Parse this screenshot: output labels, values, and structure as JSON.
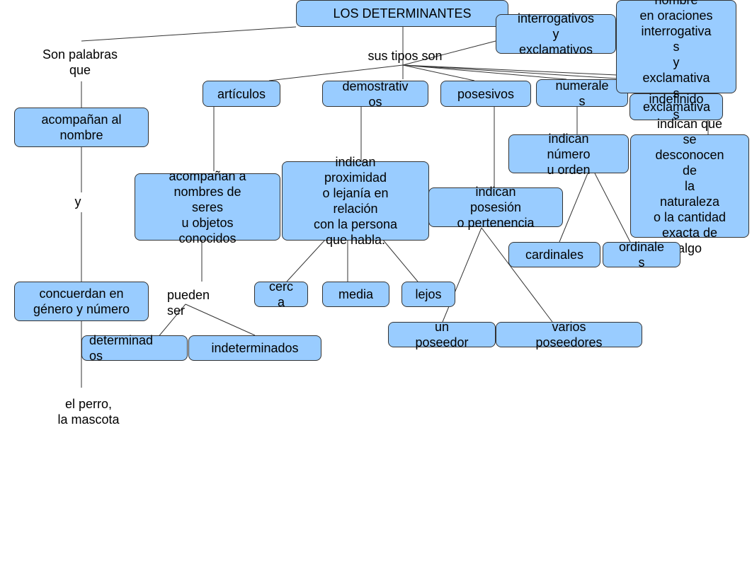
{
  "title": "LOS DETERMINANTES",
  "labels": {
    "son_palabras": "Son palabras\nque",
    "sus_tipos": "sus tipos son",
    "y": "y",
    "pueden_ser": "pueden\nser",
    "ejemplo": "el perro,\nla mascota"
  },
  "nodes": {
    "acompanan_nombre": "acompañan al\nnombre",
    "concuerdan": "concuerdan en\ngénero y número",
    "articulos": "artículos",
    "demostrativos": "demostrativ\nos",
    "posesivos": "posesivos",
    "numerales": "numerale\ns",
    "indefinidos": "indefinido\ns",
    "exclamativos_short": "exclamativa",
    "interrogativos": "interrogativos\ny\nexclamativos",
    "nombre_interrog": "nombre\nen oraciones\ninterrogativa\ns\ny\nexclamativa\ns",
    "articulos_desc": "acompañan a\nnombres de\nseres\nu objetos\nconocidos",
    "demostrativos_desc": "indican\nproximidad\n o lejanía en\nrelación\ncon la persona\nque habla.",
    "posesivos_desc": "indican\nposesión\no pertenencia",
    "numerales_desc": "indican\nnúmero\nu orden",
    "indefinidos_desc": "indican que\nse\ndesconocen\nde\nla\nnaturaleza\no la cantidad\nexacta de\nalgo",
    "cerca": "cerc\na",
    "media": "media",
    "lejos": "lejos",
    "un_poseedor": "un\nposeedor",
    "varios_poseedores": "varios\nposeedores",
    "cardinales": "cardinales",
    "ordinales": "ordinale\ns",
    "determinados": "determinad\nos",
    "indeterminados": "indeterminados"
  }
}
